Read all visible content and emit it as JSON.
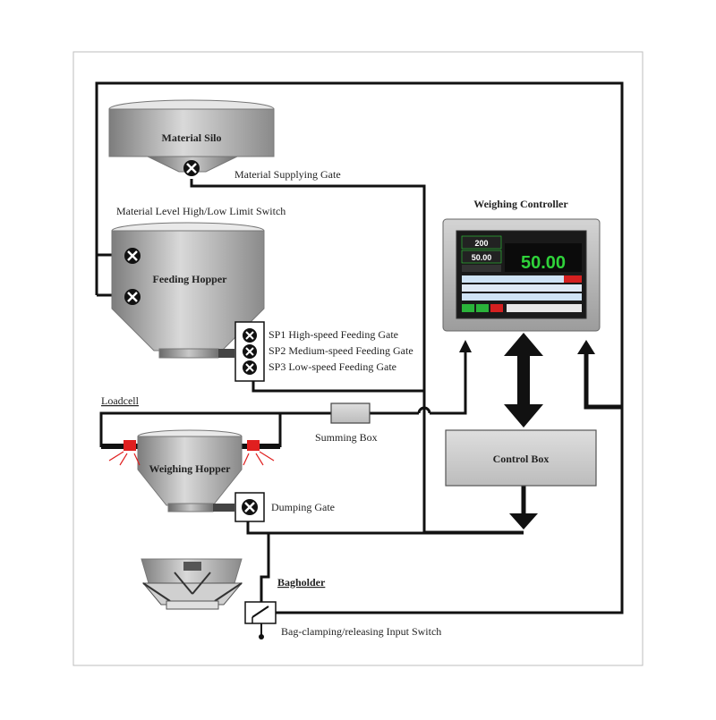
{
  "labels": {
    "material_silo": "Material Silo",
    "material_supplying_gate": "Material Supplying Gate",
    "level_switch": "Material Level High/Low Limit Switch",
    "feeding_hopper": "Feeding Hopper",
    "sp1": "SP1 High-speed Feeding Gate",
    "sp2": "SP2 Medium-speed Feeding Gate",
    "sp3": "SP3 Low-speed Feeding Gate",
    "loadcell": "Loadcell",
    "summing_box": "Summing Box",
    "weighing_hopper": "Weighing Hopper",
    "dumping_gate": "Dumping Gate",
    "bagholder": "Bagholder",
    "bag_switch": "Bag-clamping/releasing Input Switch",
    "weighing_controller": "Weighing Controller",
    "control_box": "Control Box"
  },
  "controller_display": {
    "main_reading": "50.00",
    "small_reading_top": "200",
    "small_reading_mid": "50.00"
  },
  "colors": {
    "line": "#111111",
    "box_fill": "#cfcfcf",
    "lcd_bg": "#1a1a1a",
    "lcd_text": "#2fd23a",
    "loadcell_red": "#e02020",
    "frame": "#bdbdbd"
  }
}
